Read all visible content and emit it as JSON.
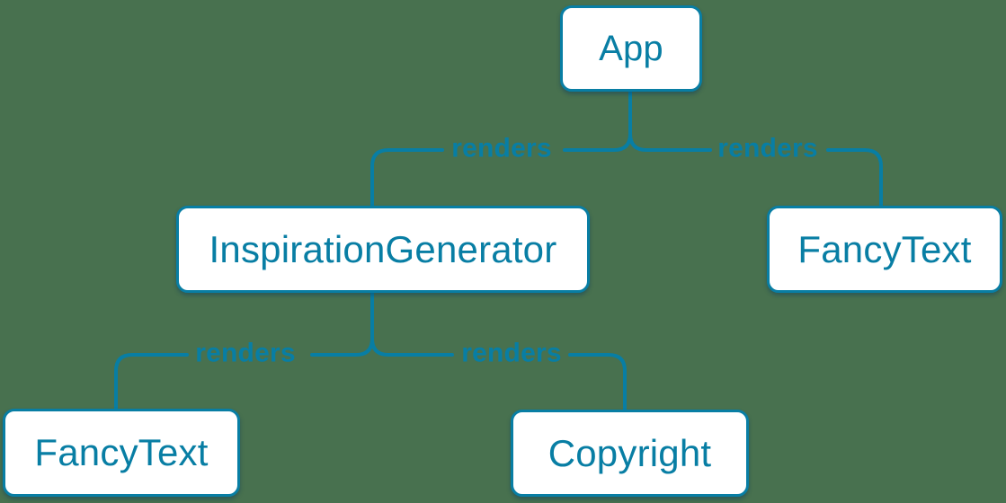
{
  "diagram": {
    "type": "component-render-tree",
    "colors": {
      "background": "#48714f",
      "accent": "#087ea4",
      "node_background": "#ffffff"
    },
    "nodes": [
      {
        "id": "app",
        "label": "App"
      },
      {
        "id": "inspiration-generator",
        "label": "InspirationGenerator"
      },
      {
        "id": "fancy-text-top",
        "label": "FancyText"
      },
      {
        "id": "fancy-text-bottom",
        "label": "FancyText"
      },
      {
        "id": "copyright",
        "label": "Copyright"
      }
    ],
    "edges": [
      {
        "from": "App",
        "to": "InspirationGenerator",
        "label": "renders"
      },
      {
        "from": "App",
        "to": "FancyText",
        "label": "renders"
      },
      {
        "from": "InspirationGenerator",
        "to": "FancyText",
        "label": "renders"
      },
      {
        "from": "InspirationGenerator",
        "to": "Copyright",
        "label": "renders"
      }
    ]
  }
}
